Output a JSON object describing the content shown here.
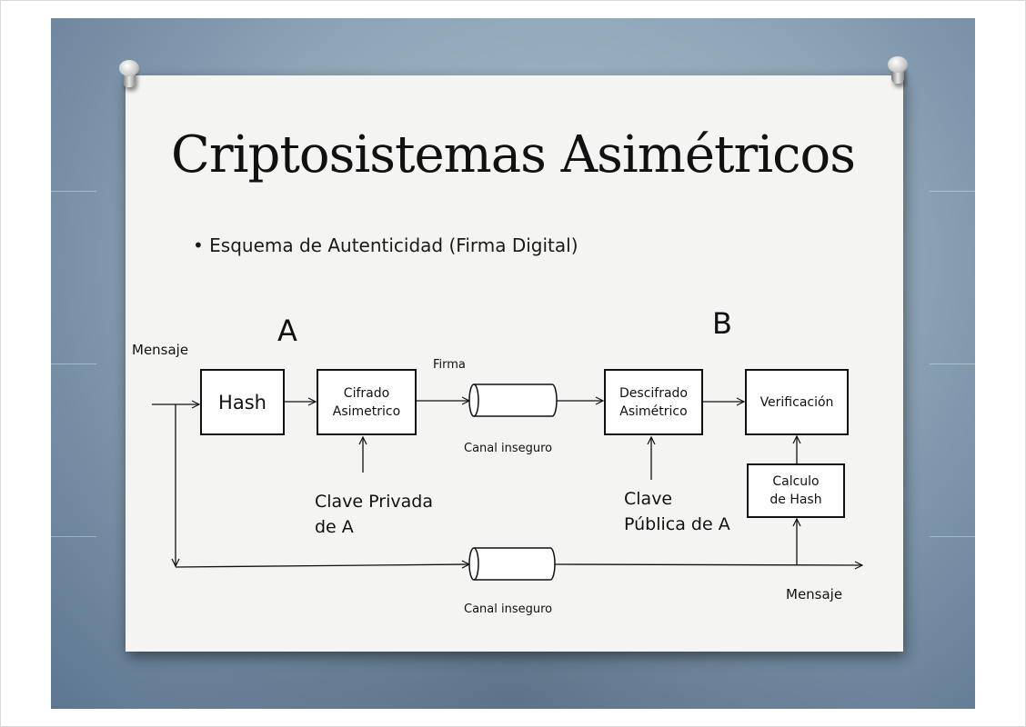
{
  "slide": {
    "title": "Criptosistemas Asimétricos",
    "bullet": "Esquema de Autenticidad (Firma Digital)"
  },
  "diagram": {
    "party_a": "A",
    "party_b": "B",
    "message_in": "Mensaje",
    "message_out": "Mensaje",
    "hash": "Hash",
    "cifrado_1": "Cifrado",
    "cifrado_2": "Asimetrico",
    "firma": "Firma",
    "canal_top": "Canal inseguro",
    "canal_bottom": "Canal inseguro",
    "descifrado_1": "Descifrado",
    "descifrado_2": "Asimétrico",
    "verificacion": "Verificación",
    "calculo_1": "Calculo",
    "calculo_2": "de Hash",
    "clave_privada_1": "Clave Privada",
    "clave_privada_2": "de A",
    "clave_publica_1": "Clave",
    "clave_publica_2": "Pública de A"
  }
}
